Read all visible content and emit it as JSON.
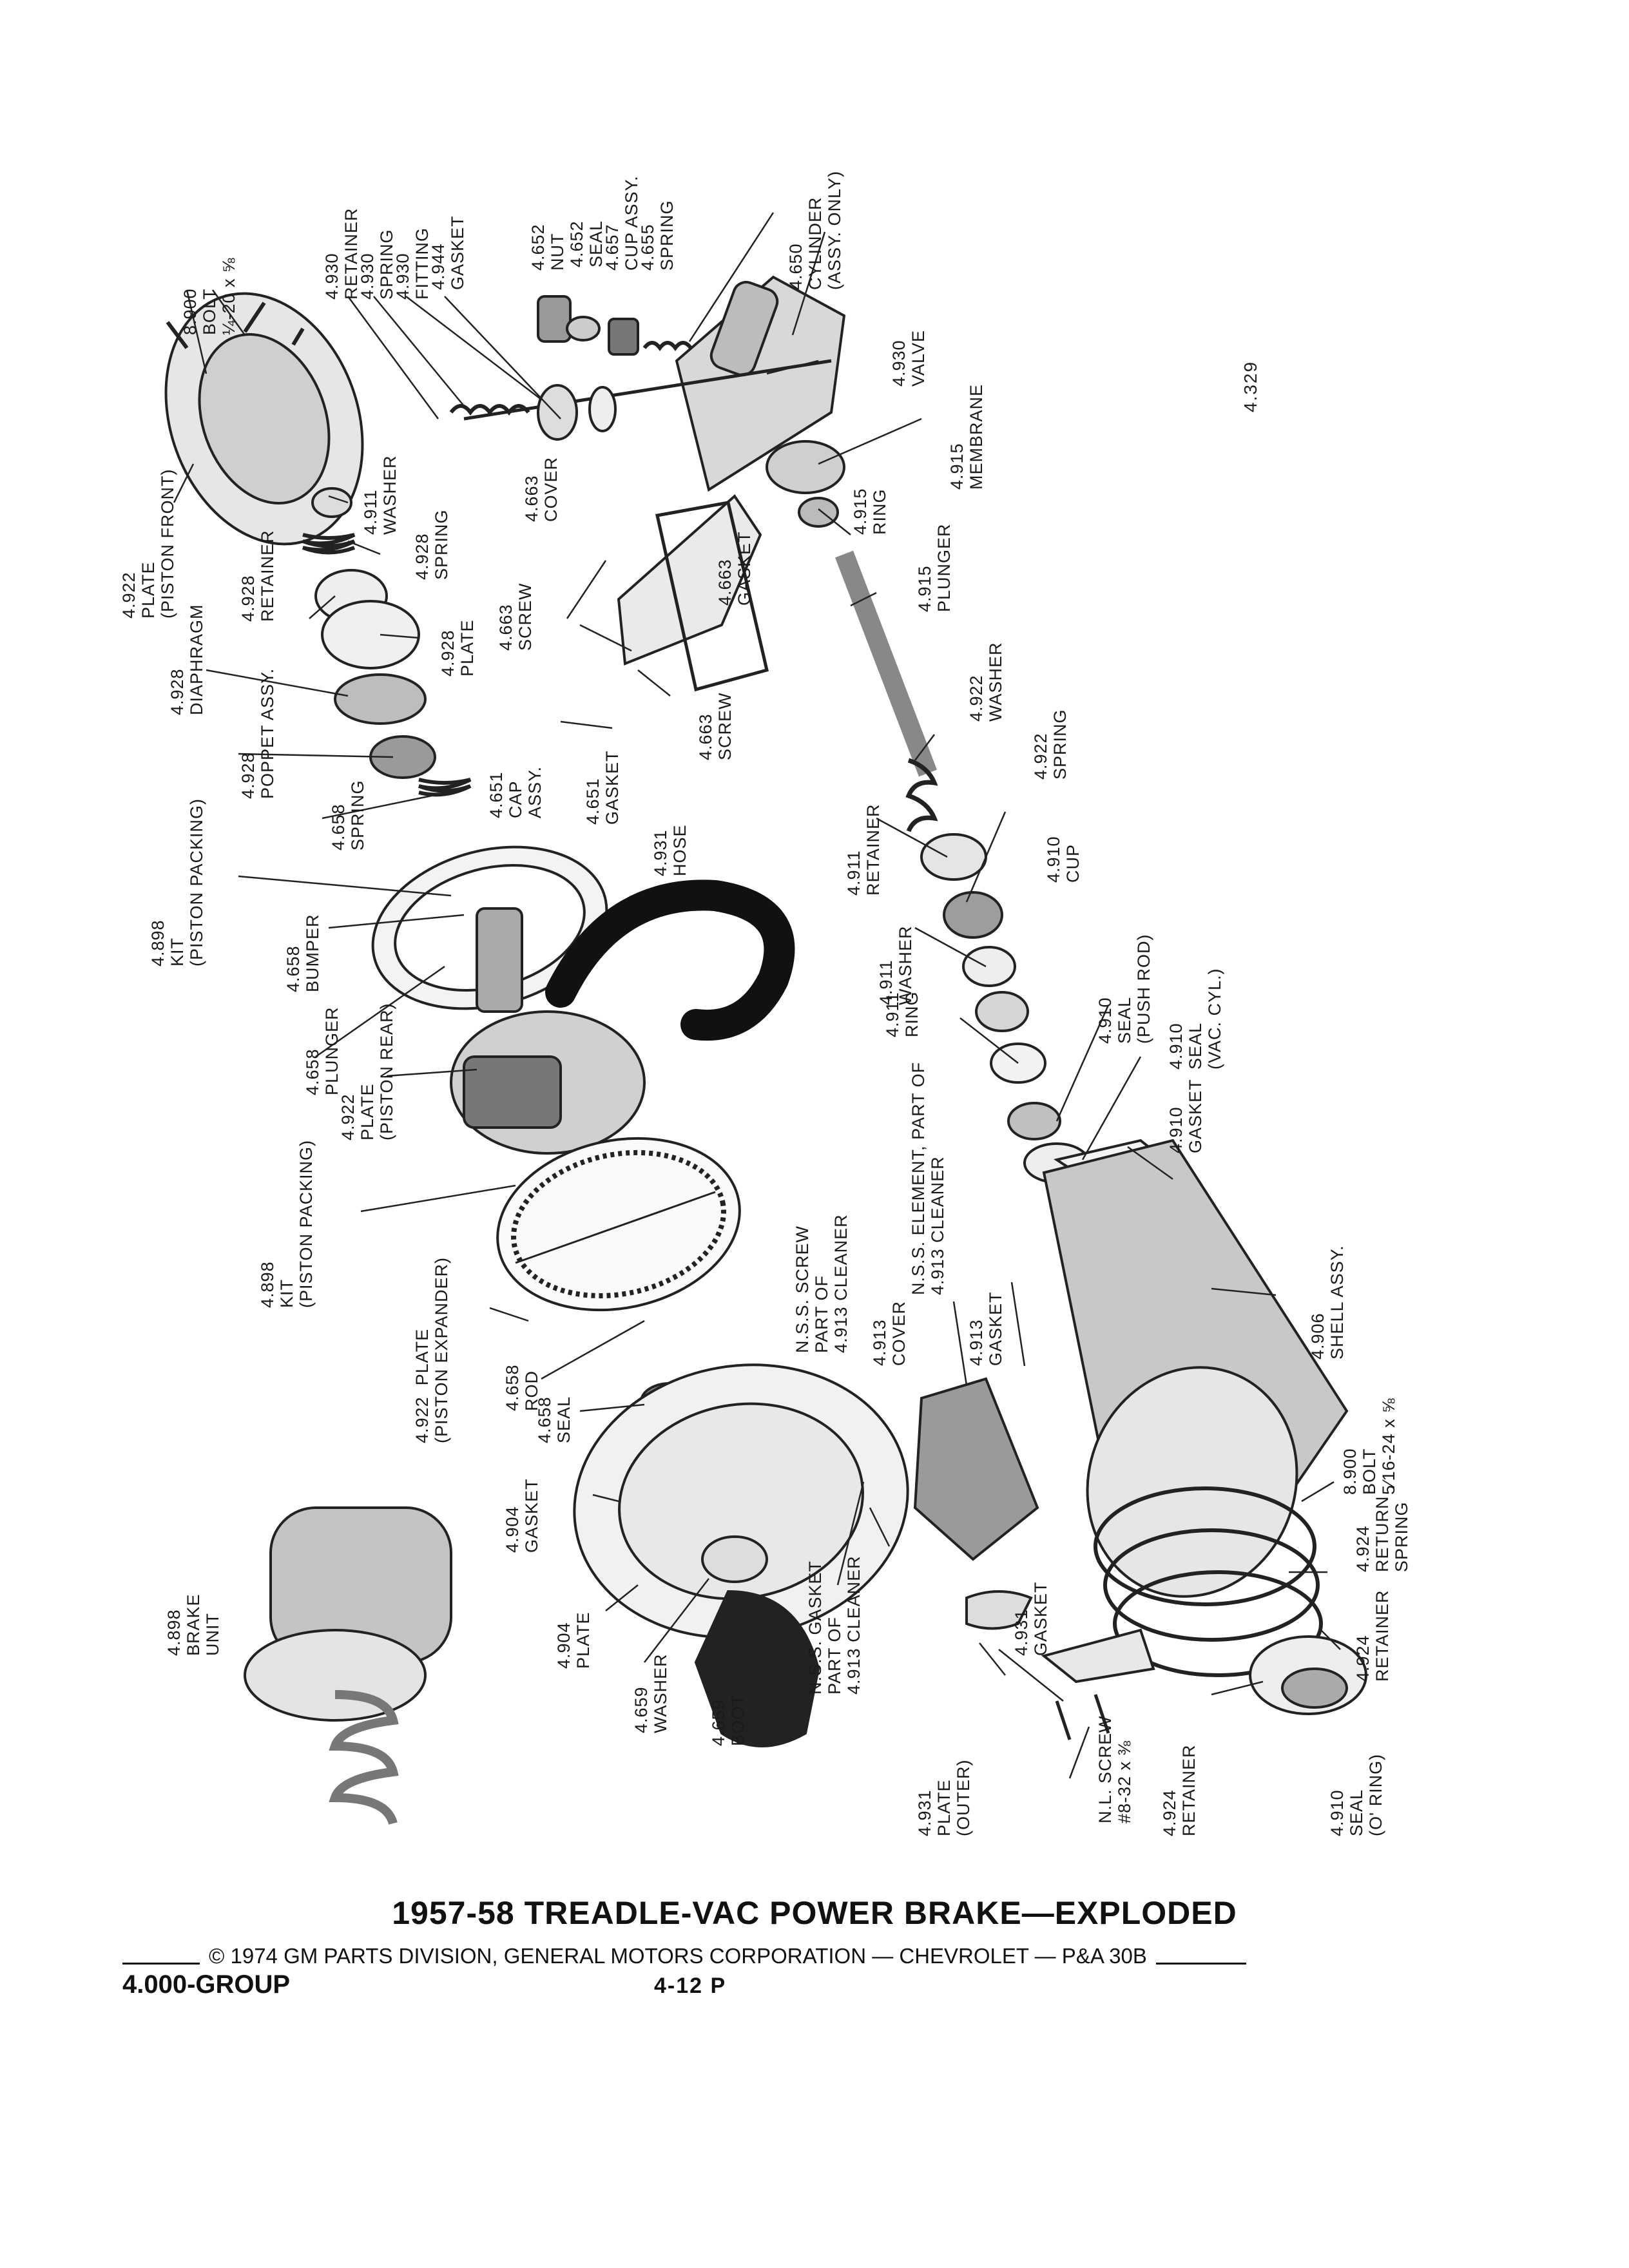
{
  "figure_number": "4.329",
  "title": "1957-58 TREADLE-VAC POWER BRAKE—EXPLODED",
  "copyright": "© 1974 GM PARTS DIVISION, GENERAL MOTORS CORPORATION — CHEVROLET — P&A 30B",
  "group": "4.000-GROUP",
  "page_number": "4-12  P",
  "labels": [
    {
      "id": "bolt-8900-a",
      "lines": [
        "8.900",
        "BOLT",
        "¼-20 x ⅝"
      ]
    },
    {
      "id": "retainer-4930",
      "lines": [
        "4.930",
        "RETAINER"
      ]
    },
    {
      "id": "spring-4930",
      "lines": [
        "4.930",
        "SPRING"
      ]
    },
    {
      "id": "fitting-4930",
      "lines": [
        "4.930",
        "FITTING"
      ]
    },
    {
      "id": "gasket-4944",
      "lines": [
        "4.944",
        "GASKET"
      ]
    },
    {
      "id": "nut-4652",
      "lines": [
        "4.652",
        "NUT"
      ]
    },
    {
      "id": "seal-4652",
      "lines": [
        "4.652",
        "SEAL"
      ]
    },
    {
      "id": "cup-4657",
      "lines": [
        "4.657",
        "CUP ASSY."
      ]
    },
    {
      "id": "spring-4655",
      "lines": [
        "4.655",
        "SPRING"
      ]
    },
    {
      "id": "cylinder-4650",
      "lines": [
        "4.650",
        "CYLINDER",
        "(ASSY. ONLY)"
      ]
    },
    {
      "id": "valve-4930",
      "lines": [
        "4.930",
        "VALVE"
      ]
    },
    {
      "id": "membrane-4915",
      "lines": [
        "4.915",
        "MEMBRANE"
      ]
    },
    {
      "id": "plate-4922-front",
      "lines": [
        "4.922",
        "PLATE",
        "(PISTON FRONT)"
      ]
    },
    {
      "id": "washer-4911-a",
      "lines": [
        "4.911",
        "WASHER"
      ]
    },
    {
      "id": "spring-4928",
      "lines": [
        "4.928",
        "SPRING"
      ]
    },
    {
      "id": "retainer-4928",
      "lines": [
        "4.928",
        "RETAINER"
      ]
    },
    {
      "id": "cover-4663",
      "lines": [
        "4.663",
        "COVER"
      ]
    },
    {
      "id": "ring-4915",
      "lines": [
        "4.915",
        "RING"
      ]
    },
    {
      "id": "plunger-4915",
      "lines": [
        "4.915",
        "PLUNGER"
      ]
    },
    {
      "id": "gasket-4663",
      "lines": [
        "4.663",
        "GASKET"
      ]
    },
    {
      "id": "screw-4663-a",
      "lines": [
        "4.663",
        "SCREW"
      ]
    },
    {
      "id": "plate-4928",
      "lines": [
        "4.928",
        "PLATE"
      ]
    },
    {
      "id": "diaphragm-4928",
      "lines": [
        "4.928",
        "DIAPHRAGM"
      ]
    },
    {
      "id": "washer-4922",
      "lines": [
        "4.922",
        "WASHER"
      ]
    },
    {
      "id": "poppet-4928",
      "lines": [
        "4.928",
        "POPPET ASSY."
      ]
    },
    {
      "id": "screw-4663-b",
      "lines": [
        "4.663",
        "SCREW"
      ]
    },
    {
      "id": "spring-4922",
      "lines": [
        "4.922",
        "SPRING"
      ]
    },
    {
      "id": "cap-4651",
      "lines": [
        "4.651",
        "CAP",
        "ASSY."
      ]
    },
    {
      "id": "gasket-4651",
      "lines": [
        "4.651",
        "GASKET"
      ]
    },
    {
      "id": "spring-4658",
      "lines": [
        "4.658",
        "SPRING"
      ]
    },
    {
      "id": "hose-4931",
      "lines": [
        "4.931",
        "HOSE"
      ]
    },
    {
      "id": "retainer-4911",
      "lines": [
        "4.911",
        "RETAINER"
      ]
    },
    {
      "id": "cup-4910",
      "lines": [
        "4.910",
        "CUP"
      ]
    },
    {
      "id": "kit-4898-a",
      "lines": [
        "4.898",
        "KIT",
        "(PISTON PACKING)"
      ]
    },
    {
      "id": "bumper-4658",
      "lines": [
        "4.658",
        "BUMPER"
      ]
    },
    {
      "id": "washer-4911-b",
      "lines": [
        "4.911",
        "WASHER"
      ]
    },
    {
      "id": "seal-4910-push",
      "lines": [
        "4.910",
        "SEAL",
        "(PUSH ROD)"
      ]
    },
    {
      "id": "ring-4911",
      "lines": [
        "4.911",
        "RING"
      ]
    },
    {
      "id": "seal-4910-vac",
      "lines": [
        "4.910",
        "SEAL",
        "(VAC. CYL.)"
      ]
    },
    {
      "id": "plunger-4658",
      "lines": [
        "4.658",
        "PLUNGER"
      ]
    },
    {
      "id": "plate-4922-rear",
      "lines": [
        "4.922",
        "PLATE",
        "(PISTON REAR)"
      ]
    },
    {
      "id": "gasket-4910",
      "lines": [
        "4.910",
        "GASKET"
      ]
    },
    {
      "id": "nss-screw",
      "lines": [
        "N.S.S. SCREW",
        "PART OF",
        "4.913 CLEANER"
      ]
    },
    {
      "id": "nss-element",
      "lines": [
        "N.S.S. ELEMENT, PART OF",
        "4.913 CLEANER"
      ]
    },
    {
      "id": "cover-4913",
      "lines": [
        "4.913",
        "COVER"
      ]
    },
    {
      "id": "gasket-4913",
      "lines": [
        "4.913",
        "GASKET"
      ]
    },
    {
      "id": "kit-4898-b",
      "lines": [
        "4.898",
        "KIT",
        "(PISTON PACKING)"
      ]
    },
    {
      "id": "shell-4906",
      "lines": [
        "4.906",
        "SHELL ASSY."
      ]
    },
    {
      "id": "plate-4922-expander",
      "lines": [
        "4.922  PLATE",
        "(PISTON EXPANDER)"
      ]
    },
    {
      "id": "rod-4658",
      "lines": [
        "4.658",
        "ROD"
      ]
    },
    {
      "id": "seal-4658",
      "lines": [
        "4.658",
        "SEAL"
      ]
    },
    {
      "id": "bolt-8900-b",
      "lines": [
        "8.900",
        "BOLT",
        "5⁄16-24 x ⅝"
      ]
    },
    {
      "id": "gasket-4904",
      "lines": [
        "4.904",
        "GASKET"
      ]
    },
    {
      "id": "return-spring-4924",
      "lines": [
        "4.924",
        "RETURN",
        "SPRING"
      ]
    },
    {
      "id": "brake-unit-4898",
      "lines": [
        "4.898",
        "BRAKE",
        "UNIT"
      ]
    },
    {
      "id": "plate-4904",
      "lines": [
        "4.904",
        "PLATE"
      ]
    },
    {
      "id": "nss-gasket",
      "lines": [
        "N.S.S. GASKET",
        "PART OF",
        "4.913 CLEANER"
      ]
    },
    {
      "id": "gasket-4931",
      "lines": [
        "4.931",
        "GASKET"
      ]
    },
    {
      "id": "retainer-4924-a",
      "lines": [
        "4.924",
        "RETAINER"
      ]
    },
    {
      "id": "washer-4659",
      "lines": [
        "4.659",
        "WASHER"
      ]
    },
    {
      "id": "boot-4659",
      "lines": [
        "4.659",
        "BOOT"
      ]
    },
    {
      "id": "plate-4931",
      "lines": [
        "4.931",
        "PLATE",
        "(OUTER)"
      ]
    },
    {
      "id": "nl-screw",
      "lines": [
        "N.L. SCREW",
        "#8-32 x ⅜"
      ]
    },
    {
      "id": "retainer-4924-b",
      "lines": [
        "4.924",
        "RETAINER"
      ]
    },
    {
      "id": "seal-4910-oring",
      "lines": [
        "4.910",
        "SEAL",
        "(O' RING)"
      ]
    }
  ]
}
